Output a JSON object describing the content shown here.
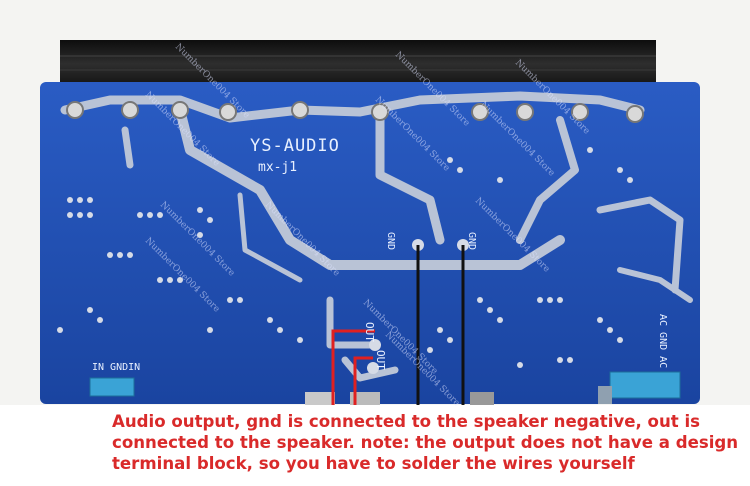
{
  "board": {
    "brand": "YS-AUDIO",
    "model": "mx-j1",
    "labels": {
      "gnd_left": "GND",
      "gnd_right": "GND",
      "input": "IN GNDIN",
      "out_top": "OUT",
      "out_bottom": "OUT",
      "power": "AC GND AC"
    },
    "watermark": "NumberOne004 Store"
  },
  "caption": "Audio output, gnd is connected to the speaker negative, out is connected to the speaker. note: the output does not have a design terminal block, so you have to solder the wires yourself",
  "colors": {
    "pcb_blue": "#1f4fb0",
    "heatsink": "#1a1a1a",
    "caption_red": "#d92a2a",
    "wire_red": "#e02020",
    "wire_black": "#111111"
  }
}
